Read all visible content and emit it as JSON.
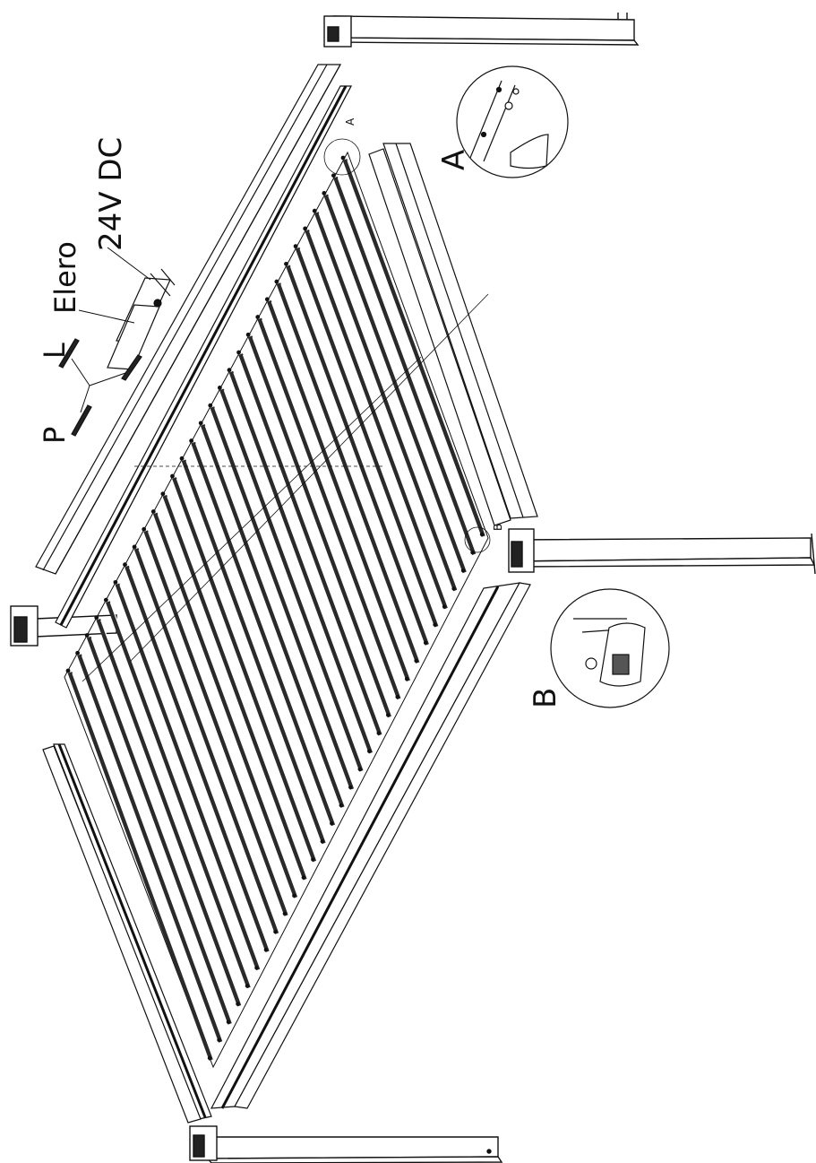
{
  "labels": {
    "voltage": "24V DC",
    "motor_brand": "Elero",
    "left": "L",
    "right": "P",
    "detail_a": "A",
    "detail_b": "B",
    "marker_a": "A",
    "marker_b": "B"
  },
  "colors": {
    "ink": "#111111",
    "paper": "#ffffff",
    "louvre_fill": "#2a2a2a"
  },
  "louvres": {
    "count": 30
  }
}
